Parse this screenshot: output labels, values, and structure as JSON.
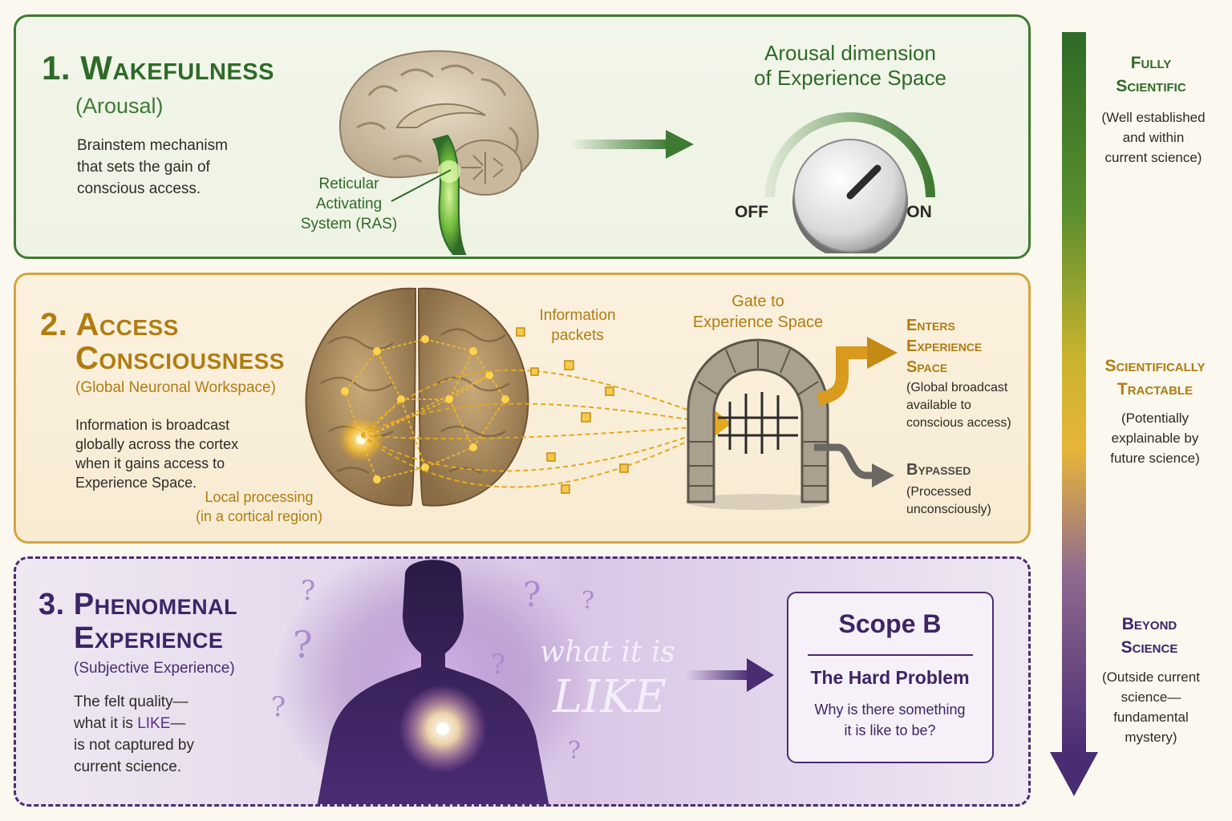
{
  "colors": {
    "green": "#3f7a33",
    "gold": "#c48a16",
    "purple": "#4a2c73",
    "gray": "#6b6762"
  },
  "wakefulness": {
    "title": "1. Wakefulness",
    "subtitle": "(Arousal)",
    "description": "Brainstem mechanism\nthat sets the gain of\nconscious access.",
    "ras_label": "Reticular\nActivating\nSystem (RAS)",
    "dial_title": "Arousal dimension\nof Experience Space",
    "dial_off": "OFF",
    "dial_on": "ON",
    "dial_level": 0.75
  },
  "access": {
    "title_line1": "2. Access",
    "title_line2": "Consciousness",
    "subtitle": "(Global Neuronal Workspace)",
    "description": "Information is broadcast\nglobally across the cortex\nwhen it gains access to\nExperience Space.",
    "local_label": "Local processing\n(in a cortical region)",
    "packets_label": "Information\npackets",
    "gate_label": "Gate to\nExperience Space",
    "enters_title": "Enters\nExperience\nSpace",
    "enters_note": "(Global broadcast\navailable to\nconscious access)",
    "bypassed_title": "Bypassed",
    "bypassed_note": "(Processed\nunconsciously)"
  },
  "phenomenal": {
    "title_line1": "3. Phenomenal",
    "title_line2": "Experience",
    "subtitle": "(Subjective Experience)",
    "desc_line1": "The felt quality—",
    "desc_pre": "what it is ",
    "desc_like": "LIKE",
    "desc_post": "—",
    "desc_line3": "is not captured by",
    "desc_line4": "current science.",
    "what_it_is": "what it is",
    "like": "LIKE",
    "scope_title": "Scope B",
    "hard_problem": "The Hard Problem",
    "hard_question": "Why is there something\nit is like to be?"
  },
  "scale": {
    "levels": [
      {
        "head": "Fully\nScientific",
        "note": "(Well established\nand within\ncurrent science)",
        "color": "#3f7a33"
      },
      {
        "head": "Scientifically\nTractable",
        "note": "(Potentially\nexplainable by\nfuture science)",
        "color": "#c48a16"
      },
      {
        "head": "Beyond\nScience",
        "note": "(Outside current\nscience—\nfundamental\nmystery)",
        "color": "#4a2c73"
      }
    ]
  }
}
